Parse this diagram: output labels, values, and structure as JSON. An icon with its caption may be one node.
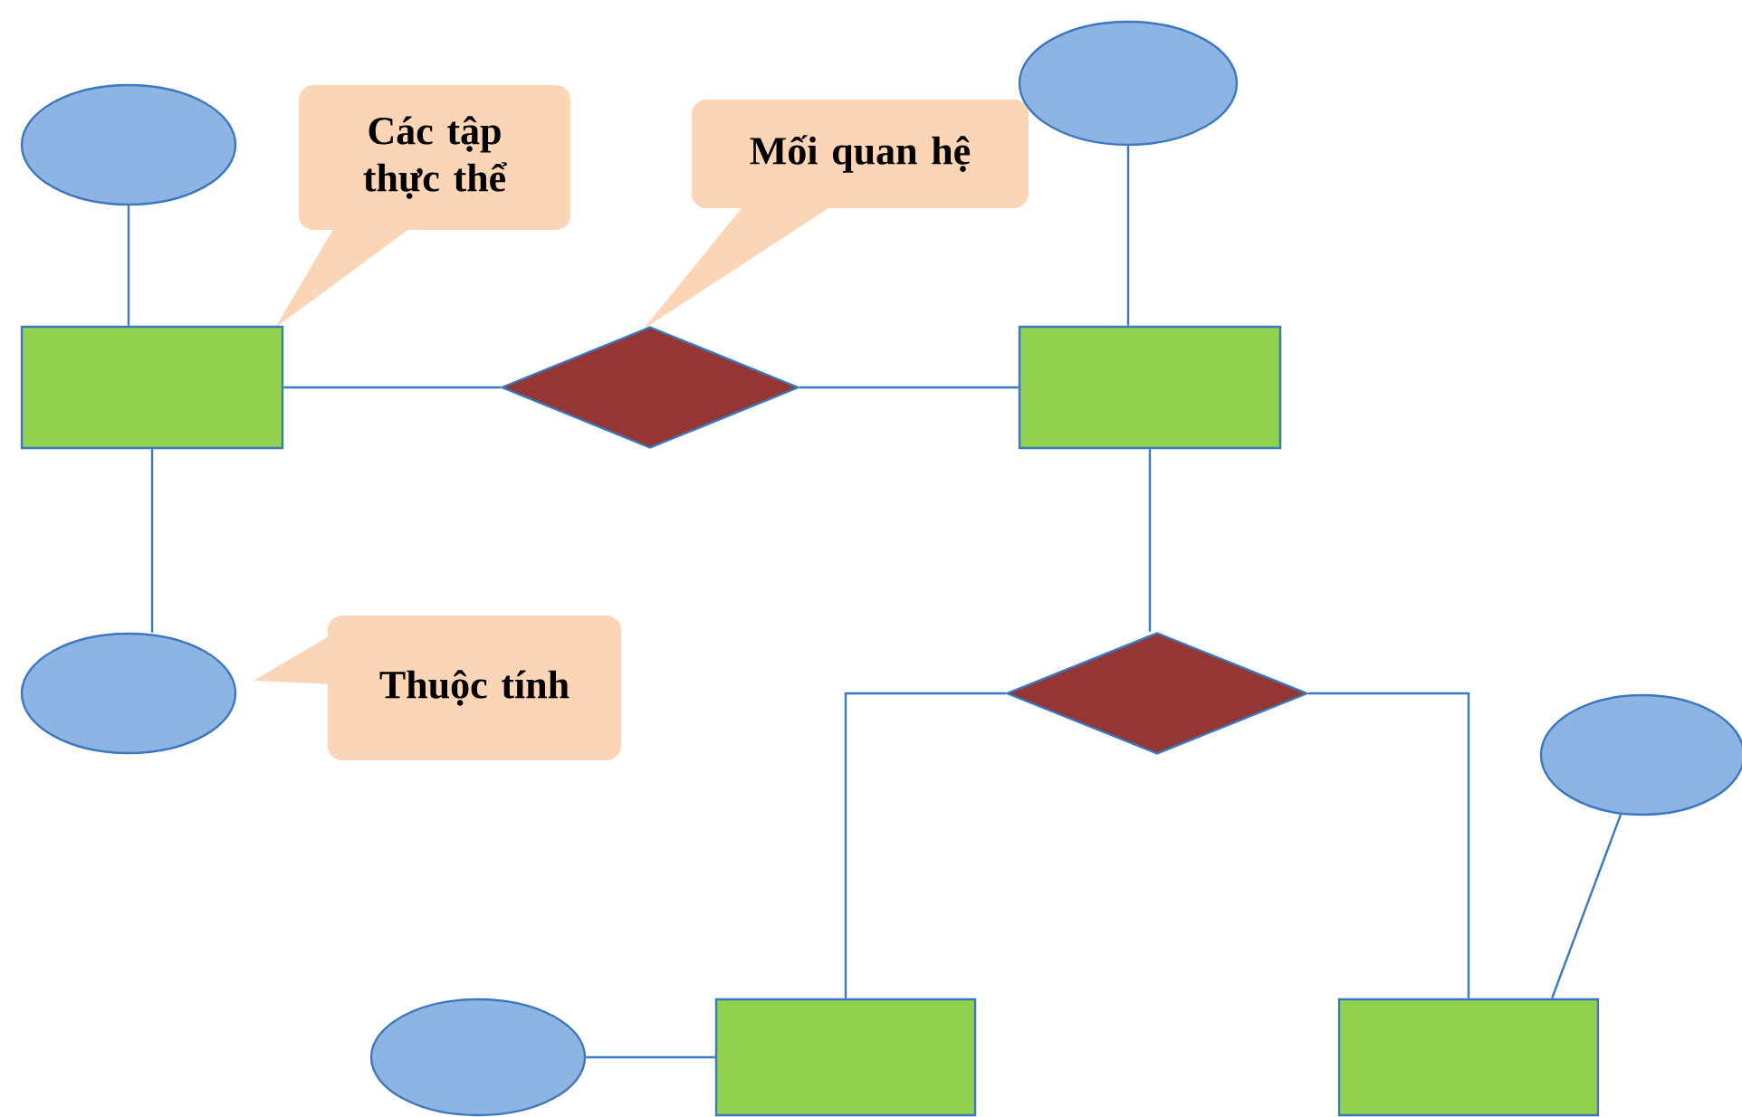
{
  "diagram": {
    "nodes": [
      {
        "text": [],
        "shape": "ellipse"
      },
      {
        "text": [
          "Các tập thực thể"
        ]
      },
      {
        "text": [
          "Mối quan hệ"
        ]
      },
      {
        "text": [],
        "shape": "ellipse"
      },
      {
        "text": [],
        "shape": "box"
      },
      {
        "text": [],
        "shape": "diamond"
      },
      {
        "text": [],
        "shape": "box"
      },
      {
        "text": [],
        "shape": "ellipse"
      },
      {
        "text": [
          "Thuộc tính"
        ]
      },
      {
        "text": [],
        "shape": "diamond"
      },
      {
        "text": [],
        "shape": "ellipse"
      },
      {
        "text": [],
        "shape": "ellipse"
      },
      {
        "text": [],
        "shape": "box"
      },
      {
        "text": [],
        "shape": "box"
      }
    ],
    "edges": [
      {
        "from": 0,
        "to": 4,
        "arrow": "none"
      },
      {
        "from": 4,
        "to": 5,
        "arrow": "none"
      },
      {
        "from": 5,
        "to": 6,
        "arrow": "none"
      },
      {
        "from": 3,
        "to": 6,
        "arrow": "none"
      },
      {
        "from": 4,
        "to": 7,
        "arrow": "none"
      },
      {
        "from": 6,
        "to": 9,
        "arrow": "none"
      },
      {
        "from": 9,
        "to": 12,
        "arrow": "none"
      },
      {
        "from": 9,
        "to": 13,
        "arrow": "none"
      },
      {
        "from": 11,
        "to": 12,
        "arrow": "none"
      },
      {
        "from": 10,
        "to": 13,
        "arrow": "none"
      }
    ]
  }
}
